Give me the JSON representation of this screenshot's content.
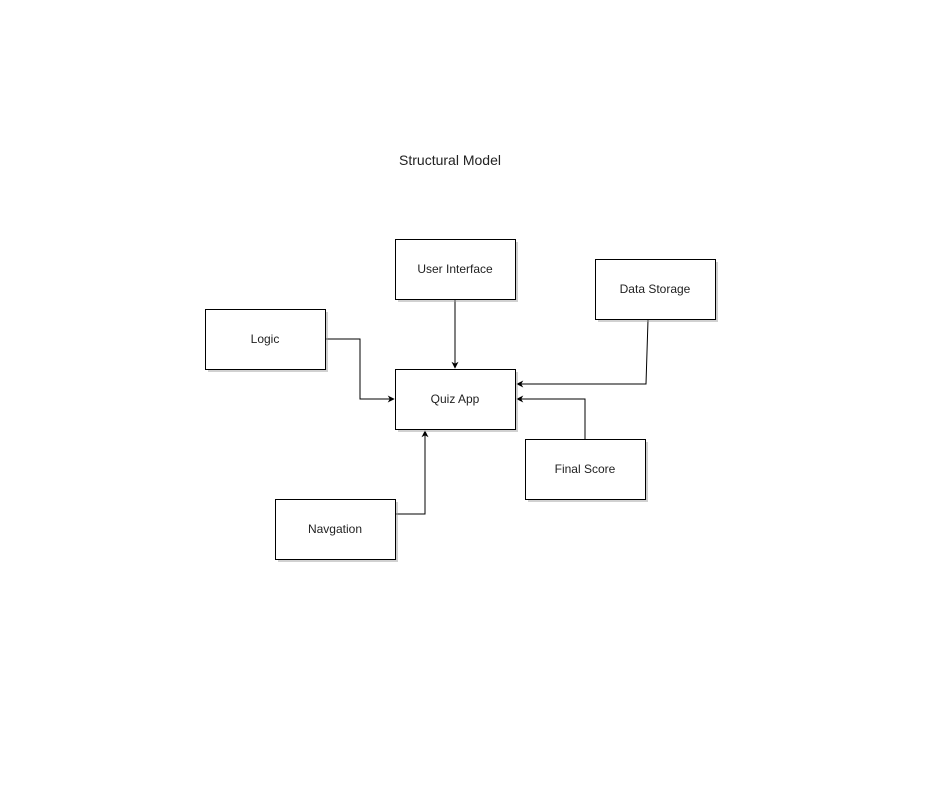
{
  "diagram": {
    "title": "Structural Model",
    "colors": {
      "stroke": "#000000",
      "fill": "#ffffff",
      "text": "#222222"
    },
    "nodes": [
      {
        "id": "user-interface",
        "label": "User Interface"
      },
      {
        "id": "data-storage",
        "label": "Data Storage"
      },
      {
        "id": "logic",
        "label": "Logic"
      },
      {
        "id": "quiz-app",
        "label": "Quiz App"
      },
      {
        "id": "final-score",
        "label": "Final Score"
      },
      {
        "id": "navgation",
        "label": "Navgation"
      }
    ],
    "edges": [
      {
        "from": "user-interface",
        "to": "quiz-app"
      },
      {
        "from": "logic",
        "to": "quiz-app"
      },
      {
        "from": "data-storage",
        "to": "quiz-app"
      },
      {
        "from": "final-score",
        "to": "quiz-app"
      },
      {
        "from": "navgation",
        "to": "quiz-app"
      }
    ]
  }
}
